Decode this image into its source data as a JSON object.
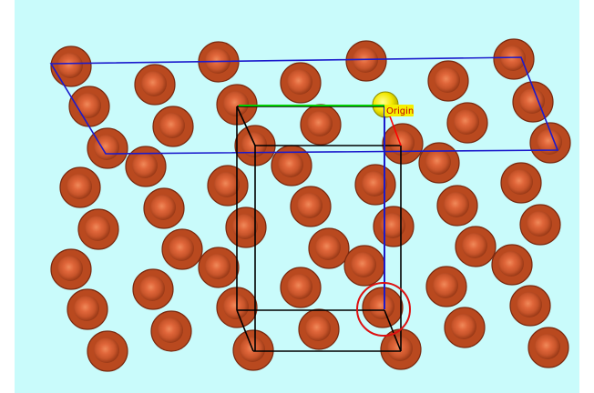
{
  "viewer": {
    "background_color": "#c9fbfb",
    "frame_color": "#ffffff",
    "origin_label": "Origin"
  },
  "colors": {
    "atom_rim": "#7a2a10",
    "atom_outer": "#b9491f",
    "atom_inner": "#e0663a",
    "atom_highlight": "#f08a5a",
    "origin_atom": "#f2e800",
    "origin_atom_rim": "#8a8a00",
    "plane_outline": "#1a1acc",
    "unit_cell": "#000000",
    "axis_a": "#00cc00",
    "axis_b": "#1a1acc",
    "axis_c": "#ff0000",
    "selection_ring": "#dd1111"
  },
  "icons": {
    "origin_marker": "yellow-sphere",
    "selection_marker": "red-circle"
  }
}
